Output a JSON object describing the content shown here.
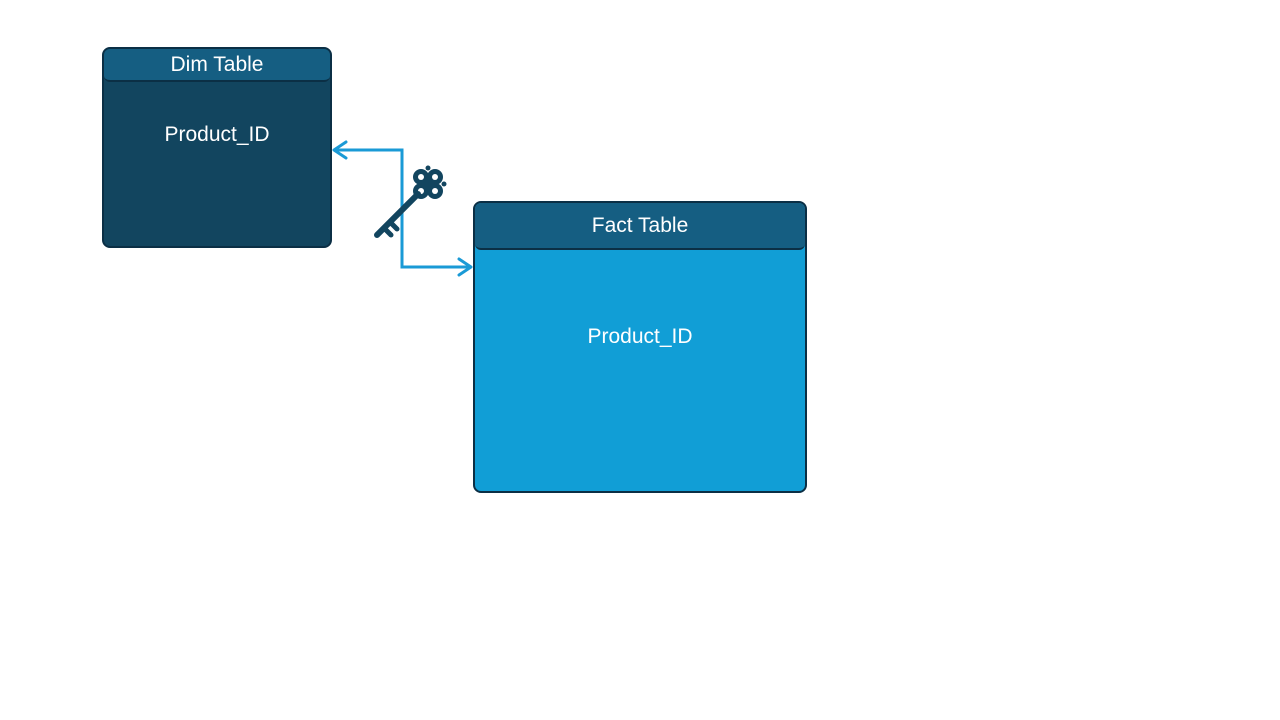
{
  "diagram": {
    "dim_table": {
      "title": "Dim Table",
      "field": "Product_ID"
    },
    "fact_table": {
      "title": "Fact Table",
      "field": "Product_ID"
    },
    "relationship": {
      "icon": "key-icon"
    }
  },
  "colors": {
    "dim_body": "#12455f",
    "header": "#155e82",
    "fact_body": "#119ed6",
    "border": "#0b2f45",
    "connector": "#1a9ad6",
    "key": "#12455f"
  }
}
